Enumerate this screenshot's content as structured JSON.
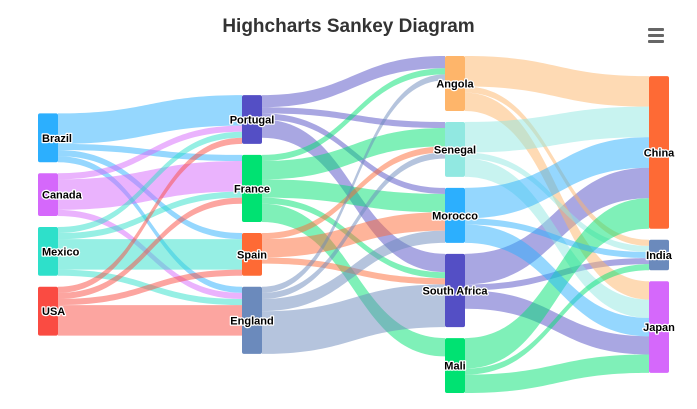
{
  "chart_data": {
    "type": "sankey",
    "title": "Highcharts Sankey Diagram",
    "columns": [
      [
        "Brazil",
        "Canada",
        "Mexico",
        "USA"
      ],
      [
        "Portugal",
        "France",
        "Spain",
        "England"
      ],
      [
        "Angola",
        "Senegal",
        "Morocco",
        "South Africa",
        "Mali"
      ],
      [
        "China",
        "India",
        "Japan"
      ]
    ],
    "node_colors": {
      "Brazil": "#2caffe",
      "Canada": "#d568fb",
      "Mexico": "#2ee0ca",
      "USA": "#fa4b42",
      "Portugal": "#544fc5",
      "France": "#00e272",
      "Spain": "#fe6a35",
      "England": "#6b8abc",
      "Angola": "#feb56a",
      "Senegal": "#91e8e1",
      "Morocco": "#2caffe",
      "South Africa": "#544fc5",
      "Mali": "#00e272",
      "China": "#fe6a35",
      "India": "#6b8abc",
      "Japan": "#d568fb"
    },
    "links": [
      {
        "from": "Brazil",
        "to": "Portugal",
        "value": 5
      },
      {
        "from": "Brazil",
        "to": "France",
        "value": 1
      },
      {
        "from": "Brazil",
        "to": "Spain",
        "value": 1
      },
      {
        "from": "Brazil",
        "to": "England",
        "value": 1
      },
      {
        "from": "Canada",
        "to": "Portugal",
        "value": 1
      },
      {
        "from": "Canada",
        "to": "France",
        "value": 5
      },
      {
        "from": "Canada",
        "to": "England",
        "value": 1
      },
      {
        "from": "Mexico",
        "to": "Portugal",
        "value": 1
      },
      {
        "from": "Mexico",
        "to": "France",
        "value": 1
      },
      {
        "from": "Mexico",
        "to": "Spain",
        "value": 5
      },
      {
        "from": "Mexico",
        "to": "England",
        "value": 1
      },
      {
        "from": "USA",
        "to": "Portugal",
        "value": 1
      },
      {
        "from": "USA",
        "to": "France",
        "value": 1
      },
      {
        "from": "USA",
        "to": "Spain",
        "value": 1
      },
      {
        "from": "USA",
        "to": "England",
        "value": 5
      },
      {
        "from": "Portugal",
        "to": "Angola",
        "value": 2
      },
      {
        "from": "Portugal",
        "to": "Senegal",
        "value": 1
      },
      {
        "from": "Portugal",
        "to": "Morocco",
        "value": 1
      },
      {
        "from": "Portugal",
        "to": "South Africa",
        "value": 3
      },
      {
        "from": "France",
        "to": "Angola",
        "value": 1
      },
      {
        "from": "France",
        "to": "Senegal",
        "value": 3
      },
      {
        "from": "France",
        "to": "Mali",
        "value": 3
      },
      {
        "from": "France",
        "to": "Morocco",
        "value": 3
      },
      {
        "from": "France",
        "to": "South Africa",
        "value": 1
      },
      {
        "from": "Spain",
        "to": "Senegal",
        "value": 1
      },
      {
        "from": "Spain",
        "to": "Morocco",
        "value": 3
      },
      {
        "from": "Spain",
        "to": "South Africa",
        "value": 1
      },
      {
        "from": "England",
        "to": "Angola",
        "value": 1
      },
      {
        "from": "England",
        "to": "Senegal",
        "value": 1
      },
      {
        "from": "England",
        "to": "Morocco",
        "value": 2
      },
      {
        "from": "England",
        "to": "South Africa",
        "value": 7
      },
      {
        "from": "South Africa",
        "to": "China",
        "value": 5
      },
      {
        "from": "South Africa",
        "to": "India",
        "value": 1
      },
      {
        "from": "South Africa",
        "to": "Japan",
        "value": 3
      },
      {
        "from": "Angola",
        "to": "China",
        "value": 5
      },
      {
        "from": "Angola",
        "to": "India",
        "value": 1
      },
      {
        "from": "Angola",
        "to": "Japan",
        "value": 3
      },
      {
        "from": "Senegal",
        "to": "China",
        "value": 5
      },
      {
        "from": "Senegal",
        "to": "India",
        "value": 1
      },
      {
        "from": "Senegal",
        "to": "Japan",
        "value": 3
      },
      {
        "from": "Mali",
        "to": "China",
        "value": 5
      },
      {
        "from": "Mali",
        "to": "India",
        "value": 1
      },
      {
        "from": "Mali",
        "to": "Japan",
        "value": 3
      },
      {
        "from": "Morocco",
        "to": "China",
        "value": 5
      },
      {
        "from": "Morocco",
        "to": "India",
        "value": 1
      },
      {
        "from": "Morocco",
        "to": "Japan",
        "value": 3
      }
    ]
  },
  "menu": {
    "icon": "hamburger-menu-icon"
  }
}
